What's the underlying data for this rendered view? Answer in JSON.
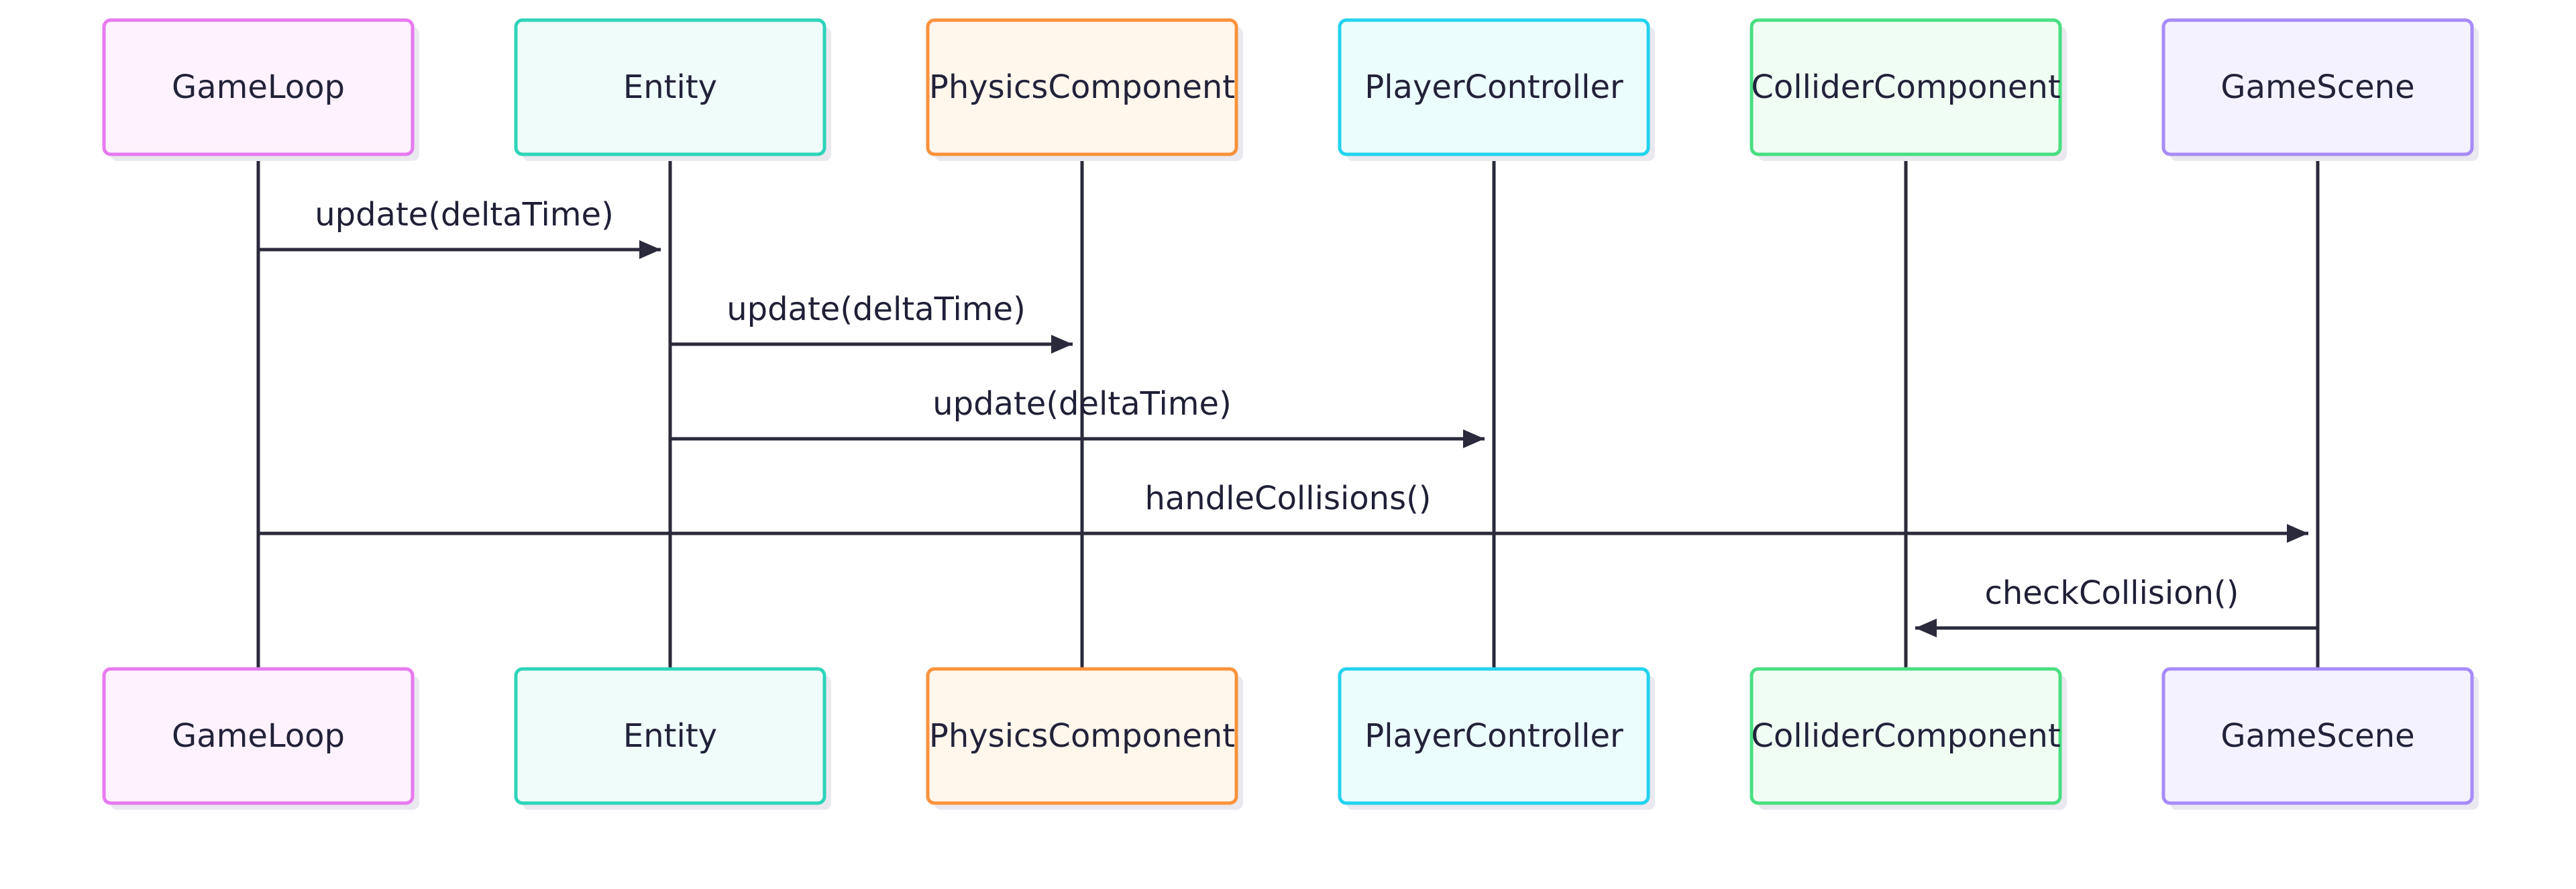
{
  "participants": [
    {
      "id": "gameloop",
      "name": "GameLoop",
      "stroke": "#e879f0",
      "fill": "#fdf2fe"
    },
    {
      "id": "entity",
      "name": "Entity",
      "stroke": "#2dd4b8",
      "fill": "#effcf9"
    },
    {
      "id": "physics",
      "name": "PhysicsComponent",
      "stroke": "#fb923c",
      "fill": "#fff6ec"
    },
    {
      "id": "player",
      "name": "PlayerController",
      "stroke": "#22d3ee",
      "fill": "#ecfdfe"
    },
    {
      "id": "collider",
      "name": "ColliderComponent",
      "stroke": "#4ade80",
      "fill": "#effdf3"
    },
    {
      "id": "scene",
      "name": "GameScene",
      "stroke": "#a78bfa",
      "fill": "#f4f2fe"
    }
  ],
  "messages": [
    {
      "from": "gameloop",
      "to": "entity",
      "label": "update(deltaTime)"
    },
    {
      "from": "entity",
      "to": "physics",
      "label": "update(deltaTime)"
    },
    {
      "from": "entity",
      "to": "player",
      "label": "update(deltaTime)"
    },
    {
      "from": "gameloop",
      "to": "scene",
      "label": "handleCollisions()"
    },
    {
      "from": "scene",
      "to": "collider",
      "label": "checkCollision()"
    }
  ],
  "colors": {
    "lifeline": "#2a2a3c",
    "arrow": "#2a2a3c",
    "text": "#1f2037",
    "shadow": "#e9e9ef"
  }
}
